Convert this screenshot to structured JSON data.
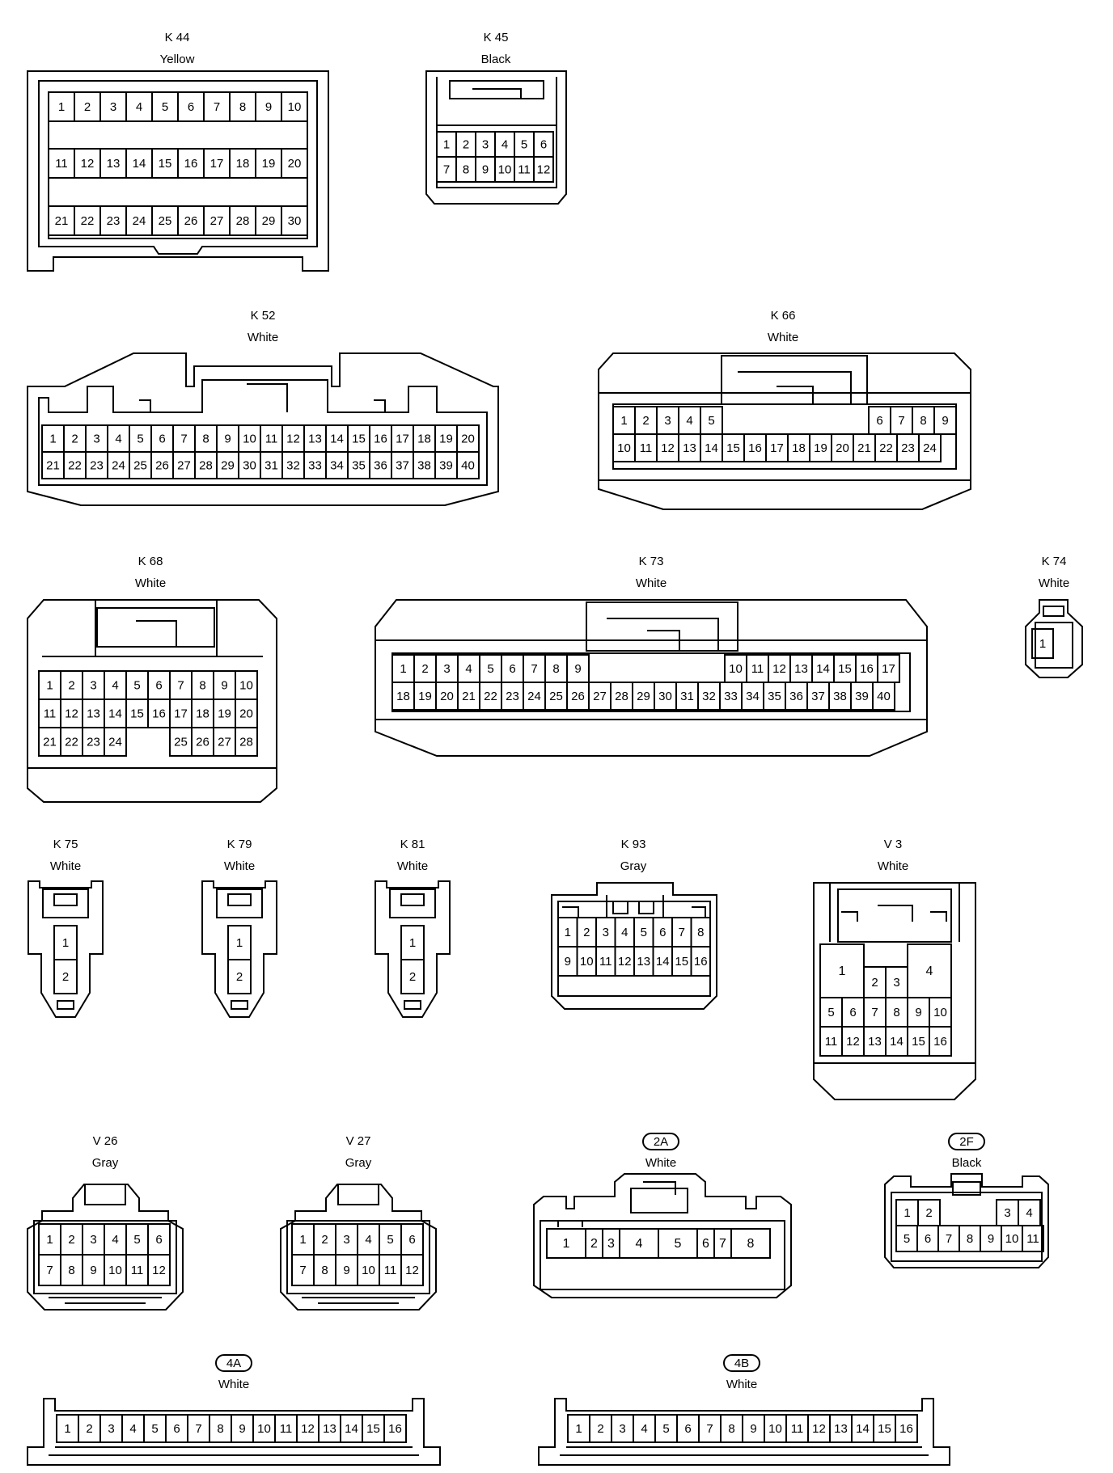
{
  "connectors": {
    "k44": {
      "code": "K 44",
      "color": "Yellow"
    },
    "k45": {
      "code": "K 45",
      "color": "Black"
    },
    "k52": {
      "code": "K 52",
      "color": "White"
    },
    "k66": {
      "code": "K 66",
      "color": "White"
    },
    "k68": {
      "code": "K 68",
      "color": "White"
    },
    "k73": {
      "code": "K 73",
      "color": "White"
    },
    "k74": {
      "code": "K 74",
      "color": "White"
    },
    "k75": {
      "code": "K 75",
      "color": "White"
    },
    "k79": {
      "code": "K 79",
      "color": "White"
    },
    "k81": {
      "code": "K 81",
      "color": "White"
    },
    "k93": {
      "code": "K 93",
      "color": "Gray"
    },
    "v3": {
      "code": "V 3",
      "color": "White"
    },
    "v26": {
      "code": "V 26",
      "color": "Gray"
    },
    "v27": {
      "code": "V 27",
      "color": "Gray"
    },
    "c2a": {
      "code": "2A",
      "color": "White"
    },
    "c2f": {
      "code": "2F",
      "color": "Black"
    },
    "c4a": {
      "code": "4A",
      "color": "White"
    },
    "c4b": {
      "code": "4B",
      "color": "White"
    }
  }
}
